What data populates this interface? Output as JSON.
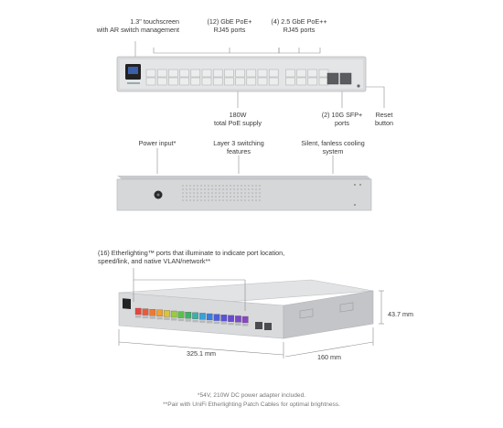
{
  "section_front": {
    "touchscreen": "1.3\" touchscreen\nwith AR switch management",
    "poe_ports": "(12) GbE PoE+\nRJ45 ports",
    "poe_plus_ports": "(4) 2.5 GbE PoE++\nRJ45 ports",
    "poe_budget": "180W\ntotal PoE supply",
    "sfp_ports": "(2) 10G SFP+\nports",
    "reset_button": "Reset\nbutton"
  },
  "section_rear": {
    "power_input": "Power input*",
    "layer3": "Layer 3 switching\nfeatures",
    "silent": "Silent, fanless cooling\nsystem"
  },
  "section_angled": {
    "etherlighting": "(16) Etherlighting™ ports that illuminate to indicate port location,\nspeed/link, and native VLAN/network**",
    "width": "325.1 mm",
    "depth": "160 mm",
    "height": "43.7 mm"
  },
  "footnotes": {
    "line1": "*54V, 210W DC power adapter included.",
    "line2": "**Pair with UniFi Etherlighting Patch Cables for optimal brightness."
  },
  "colors": {
    "chassis": "#d9dadc",
    "chassis_dark": "#b9bbbe",
    "port_gray": "#eceded",
    "leader": "#8a8a8a",
    "etherlight": [
      "#e8453c",
      "#e85a3c",
      "#ec7a32",
      "#f0a030",
      "#d9c43a",
      "#9bcb3c",
      "#5cbf48",
      "#3fb06a",
      "#38b2a8",
      "#3aa0d8",
      "#3a7ee0",
      "#4a5fe0",
      "#5a52d8",
      "#6a4ad0",
      "#7a48c8",
      "#8a46c0"
    ]
  }
}
